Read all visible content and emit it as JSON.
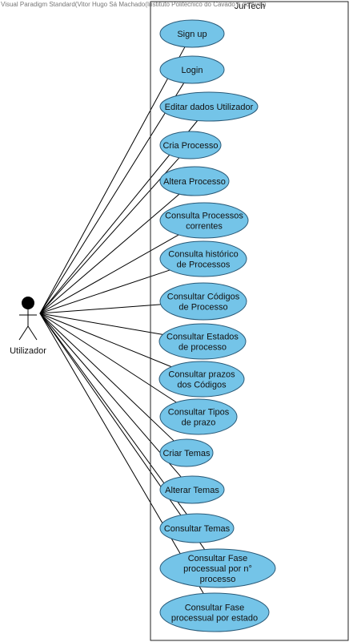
{
  "watermark": "Visual Paradigm Standard(Vitor Hugo Sá Machado(Instituto Politecnico do Cavado e do Ave))",
  "system": {
    "title": "JurTech"
  },
  "actor": {
    "name": "Utilizador"
  },
  "use_cases": [
    {
      "lines": [
        "Sign up"
      ]
    },
    {
      "lines": [
        "Login"
      ]
    },
    {
      "lines": [
        "Editar dados Utilizador"
      ]
    },
    {
      "lines": [
        "Cria Processo"
      ]
    },
    {
      "lines": [
        "Altera Processo"
      ]
    },
    {
      "lines": [
        "Consulta Processos",
        "correntes"
      ]
    },
    {
      "lines": [
        "Consulta histórico",
        "de Processos"
      ]
    },
    {
      "lines": [
        "Consultar Códigos",
        "de Processo"
      ]
    },
    {
      "lines": [
        "Consultar Estados",
        "de processo"
      ]
    },
    {
      "lines": [
        "Consultar prazos",
        "dos Códigos"
      ]
    },
    {
      "lines": [
        "Consultar Tipos",
        "de prazo"
      ]
    },
    {
      "lines": [
        "Criar Temas"
      ]
    },
    {
      "lines": [
        "Alterar Temas"
      ]
    },
    {
      "lines": [
        "Consultar Temas"
      ]
    },
    {
      "lines": [
        "Consultar Fase",
        "processual por n°",
        "processo"
      ]
    },
    {
      "lines": [
        "Consultar Fase",
        "processual por estado"
      ]
    }
  ],
  "colors": {
    "usecase_fill": "#74c4e8",
    "usecase_stroke": "#2a5a78",
    "line": "#000000"
  }
}
